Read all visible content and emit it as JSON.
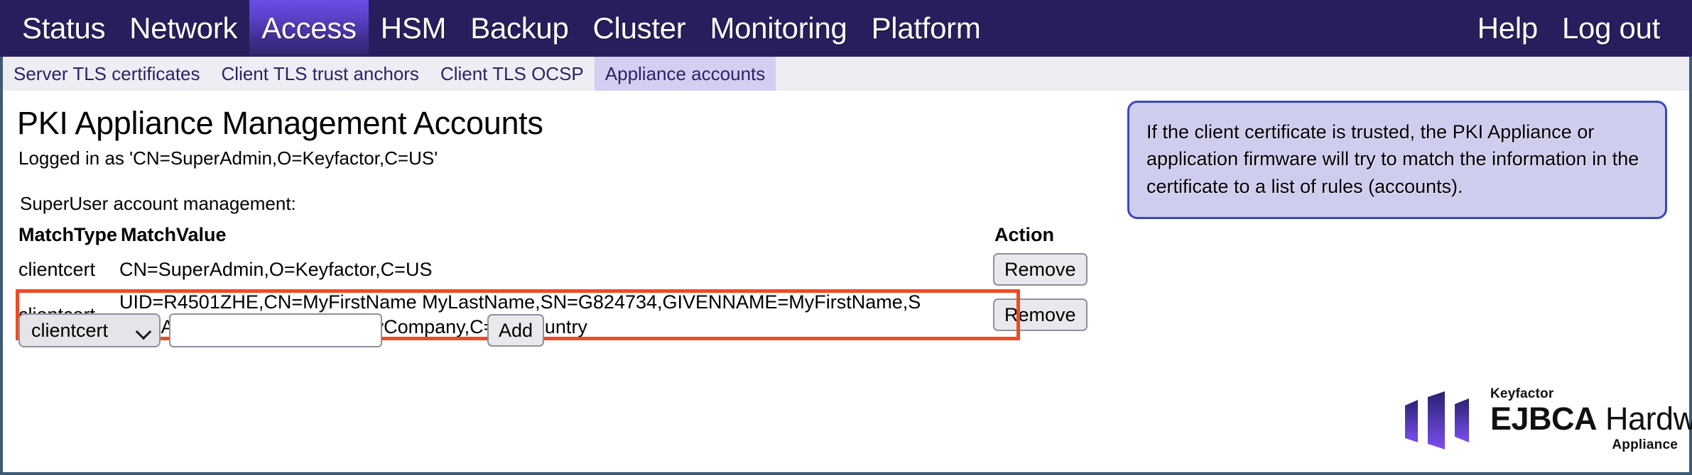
{
  "topnav": {
    "items": [
      {
        "label": "Status",
        "active": false
      },
      {
        "label": "Network",
        "active": false
      },
      {
        "label": "Access",
        "active": true
      },
      {
        "label": "HSM",
        "active": false
      },
      {
        "label": "Backup",
        "active": false
      },
      {
        "label": "Cluster",
        "active": false
      },
      {
        "label": "Monitoring",
        "active": false
      },
      {
        "label": "Platform",
        "active": false
      }
    ],
    "help_label": "Help",
    "logout_label": "Log out",
    "bg_color": "#281e5d",
    "active_color": "#5b42c9"
  },
  "subnav": {
    "items": [
      {
        "label": "Server TLS certificates",
        "active": false
      },
      {
        "label": "Client TLS trust anchors",
        "active": false
      },
      {
        "label": "Client TLS OCSP",
        "active": false
      },
      {
        "label": "Appliance accounts",
        "active": true
      }
    ],
    "active_bg": "#d2cff1",
    "bg": "#eeedf4"
  },
  "main": {
    "page_title": "PKI Appliance Management Accounts",
    "logged_in_as": "Logged in as 'CN=SuperAdmin,O=Keyfactor,C=US'",
    "section_label": "SuperUser account management:",
    "info_box": {
      "text": "If the client certificate is trusted, the PKI Appliance or application firmware will try to match the information in the certificate to a list of rules (accounts).",
      "bg": "#cfcdee",
      "border": "#3a4ab5"
    },
    "table": {
      "headers": {
        "match_type": "MatchType",
        "match_value": "MatchValue",
        "action": "Action"
      },
      "rows": [
        {
          "match_type": "clientcert",
          "match_value": "CN=SuperAdmin,O=Keyfactor,C=US",
          "action_label": "Remove",
          "highlighted": false
        },
        {
          "match_type": "clientcert",
          "match_value_line1": "UID=R4501ZHE,CN=MyFirstName MyLastName,SN=G824734,GIVENNAME=MyFirstName,S",
          "match_value_line2": "URNAME=MyLastName,O=MyCompany,C=MyCountry",
          "match_value_full": "UID=R4501ZHE,CN=MyFirstName MyLastName,SN=G824734,GIVENNAME=MyFirstName,SURNAME=MyLastName,O=MyCompany,C=MyCountry",
          "action_label": "Remove",
          "highlighted": true,
          "highlight_color": "#f04a23"
        }
      ],
      "add_row": {
        "select_value": "clientcert",
        "select_options": [
          "clientcert"
        ],
        "input_value": "",
        "input_placeholder": "",
        "add_label": "Add"
      }
    }
  },
  "logo": {
    "brand_small": "Keyfactor",
    "product_bold": "EJBCA",
    "product_light": " Hardware",
    "product_sub": "Appliance",
    "mark_color_top": "#2a2170",
    "mark_color_bottom": "#7b4ff0"
  }
}
